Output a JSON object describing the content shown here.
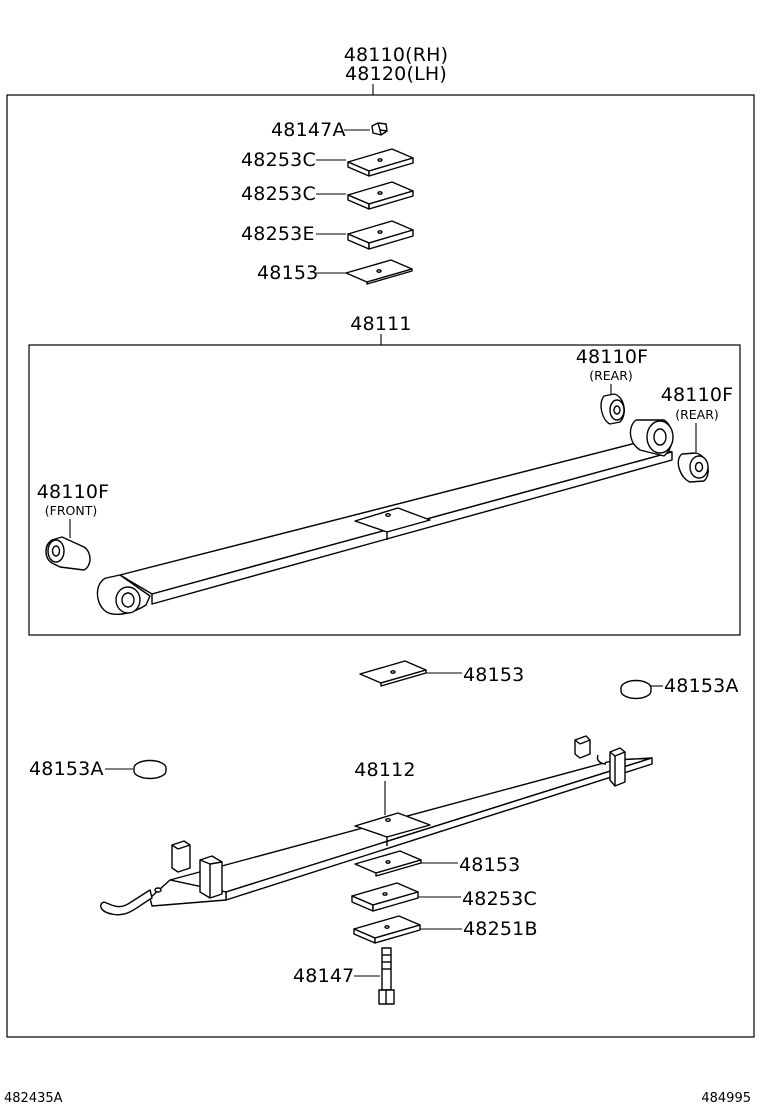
{
  "header": {
    "assembly_rh": "48110(RH)",
    "assembly_lh": "48120(LH)"
  },
  "upper_parts": {
    "nut": "48147A",
    "spacer_1": "48253C",
    "spacer_2": "48253C",
    "spacer_3": "48253E",
    "pad": "48153"
  },
  "main_leaf": {
    "label": "48111",
    "bushing_rear_1": "48110F",
    "bushing_rear_1_sub": "(REAR)",
    "bushing_rear_2": "48110F",
    "bushing_rear_2_sub": "(REAR)",
    "bushing_front": "48110F",
    "bushing_front_sub": "(FRONT)"
  },
  "lower_parts": {
    "pad_upper": "48153",
    "disc_right": "48153A",
    "disc_left": "48153A",
    "second_leaf": "48112",
    "pad_lower": "48153",
    "spacer": "48253C",
    "plate": "48251B",
    "center_bolt": "48147"
  },
  "footer": {
    "left_code": "482435A",
    "right_code": "484995"
  }
}
